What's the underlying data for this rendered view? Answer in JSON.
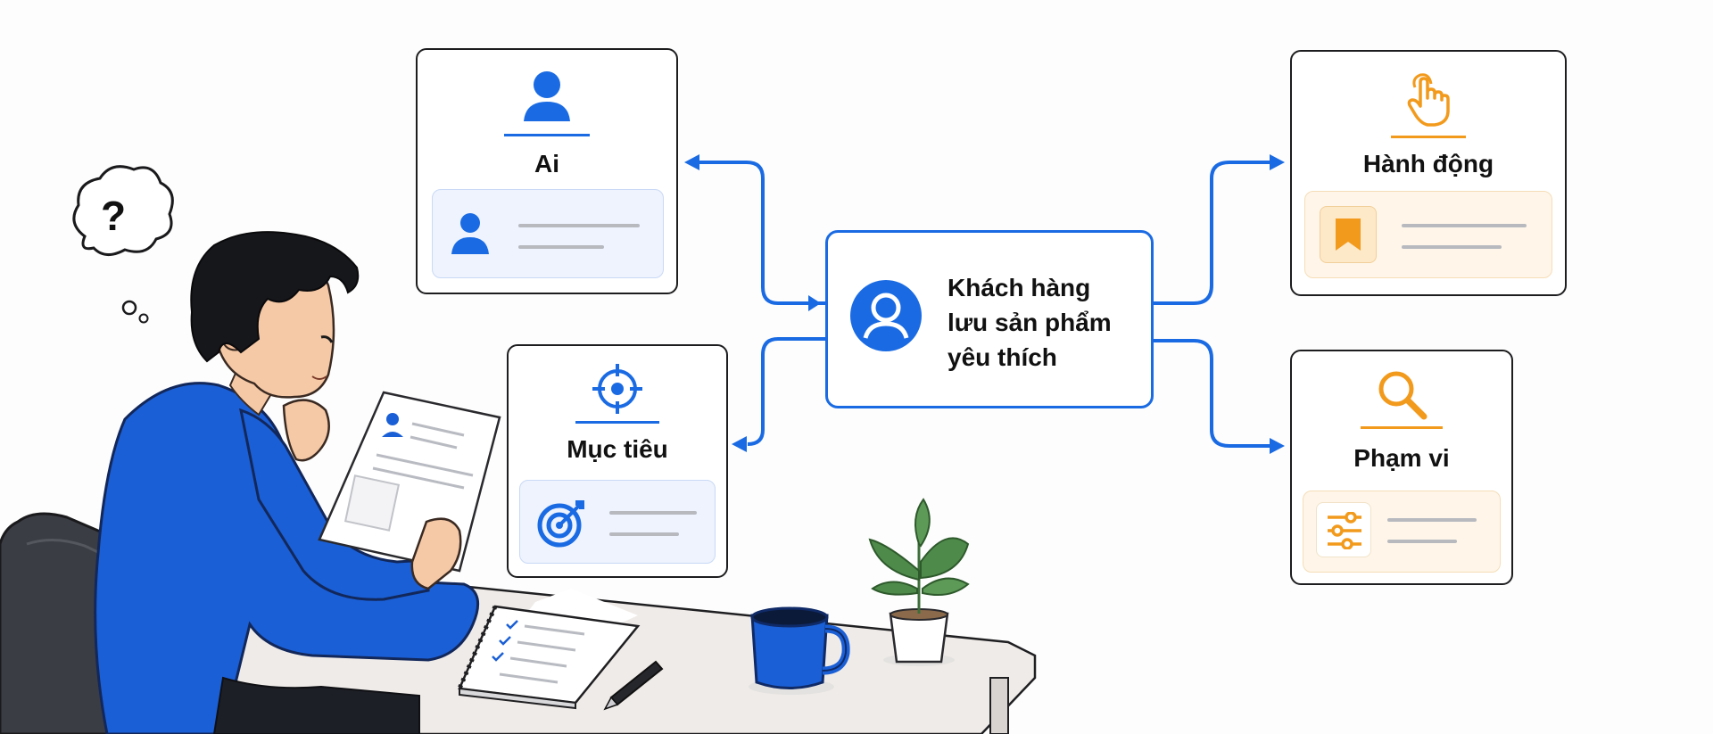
{
  "colors": {
    "accent_blue": "#1a6be3",
    "accent_orange": "#f29a1c",
    "outline": "#1d1d1f",
    "placeholder_line": "#b7b9bf"
  },
  "center": {
    "text_lines": [
      "Khách hàng",
      "lưu sản phẩm",
      "yêu thích"
    ],
    "icon": "user-circle-icon"
  },
  "cards": {
    "ai": {
      "label": "Ai",
      "icon": "user-icon",
      "inner_icon": "user-icon"
    },
    "muc_tieu": {
      "label": "Mục tiêu",
      "icon": "crosshair-icon",
      "inner_icon": "target-arrow-icon"
    },
    "hanh_dong": {
      "label": "Hành động",
      "icon": "pointer-hand-icon",
      "inner_icon": "bookmark-icon"
    },
    "pham_vi": {
      "label": "Phạm vi",
      "icon": "magnifier-icon",
      "inner_icon": "sliders-icon"
    }
  },
  "illustration": {
    "thought_bubble_text": "?",
    "items": [
      "person-reading-document",
      "office-chair",
      "desk",
      "notebook",
      "pen",
      "coffee-mug",
      "potted-plant"
    ]
  }
}
